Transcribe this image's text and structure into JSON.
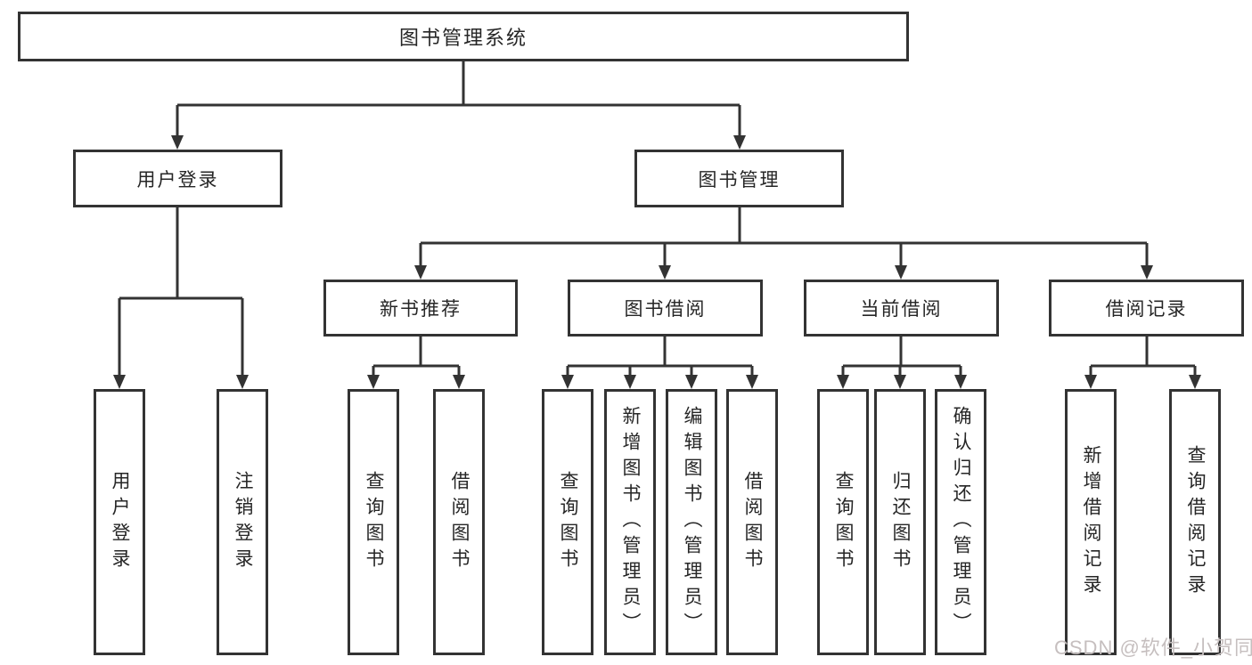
{
  "diagram": {
    "root": {
      "label": "图书管理系统"
    },
    "level2": [
      {
        "label": "用户登录"
      },
      {
        "label": "图书管理"
      }
    ],
    "level3": [
      {
        "label": "新书推荐",
        "parent": "图书管理"
      },
      {
        "label": "图书借阅",
        "parent": "图书管理"
      },
      {
        "label": "当前借阅",
        "parent": "图书管理"
      },
      {
        "label": "借阅记录",
        "parent": "图书管理"
      }
    ],
    "leaves": [
      {
        "label": "用户登录",
        "parent": "用户登录"
      },
      {
        "label": "注销登录",
        "parent": "用户登录"
      },
      {
        "label": "查询图书",
        "parent": "新书推荐"
      },
      {
        "label": "借阅图书",
        "parent": "新书推荐"
      },
      {
        "label": "查询图书",
        "parent": "图书借阅"
      },
      {
        "label": "新增图书（管理员）",
        "parent": "图书借阅"
      },
      {
        "label": "编辑图书（管理员）",
        "parent": "图书借阅"
      },
      {
        "label": "借阅图书",
        "parent": "图书借阅"
      },
      {
        "label": "查询图书",
        "parent": "当前借阅"
      },
      {
        "label": "归还图书",
        "parent": "当前借阅"
      },
      {
        "label": "确认归还（管理员）",
        "parent": "当前借阅"
      },
      {
        "label": "新增借阅记录",
        "parent": "借阅记录"
      },
      {
        "label": "查询借阅记录",
        "parent": "借阅记录"
      }
    ]
  },
  "watermark": {
    "text": "CSDN @软件_小贺同学"
  },
  "colors": {
    "line": "#333333",
    "border": "#333333",
    "text": "#262626",
    "watermark": "#c6bfbf",
    "background": "#ffffff"
  }
}
